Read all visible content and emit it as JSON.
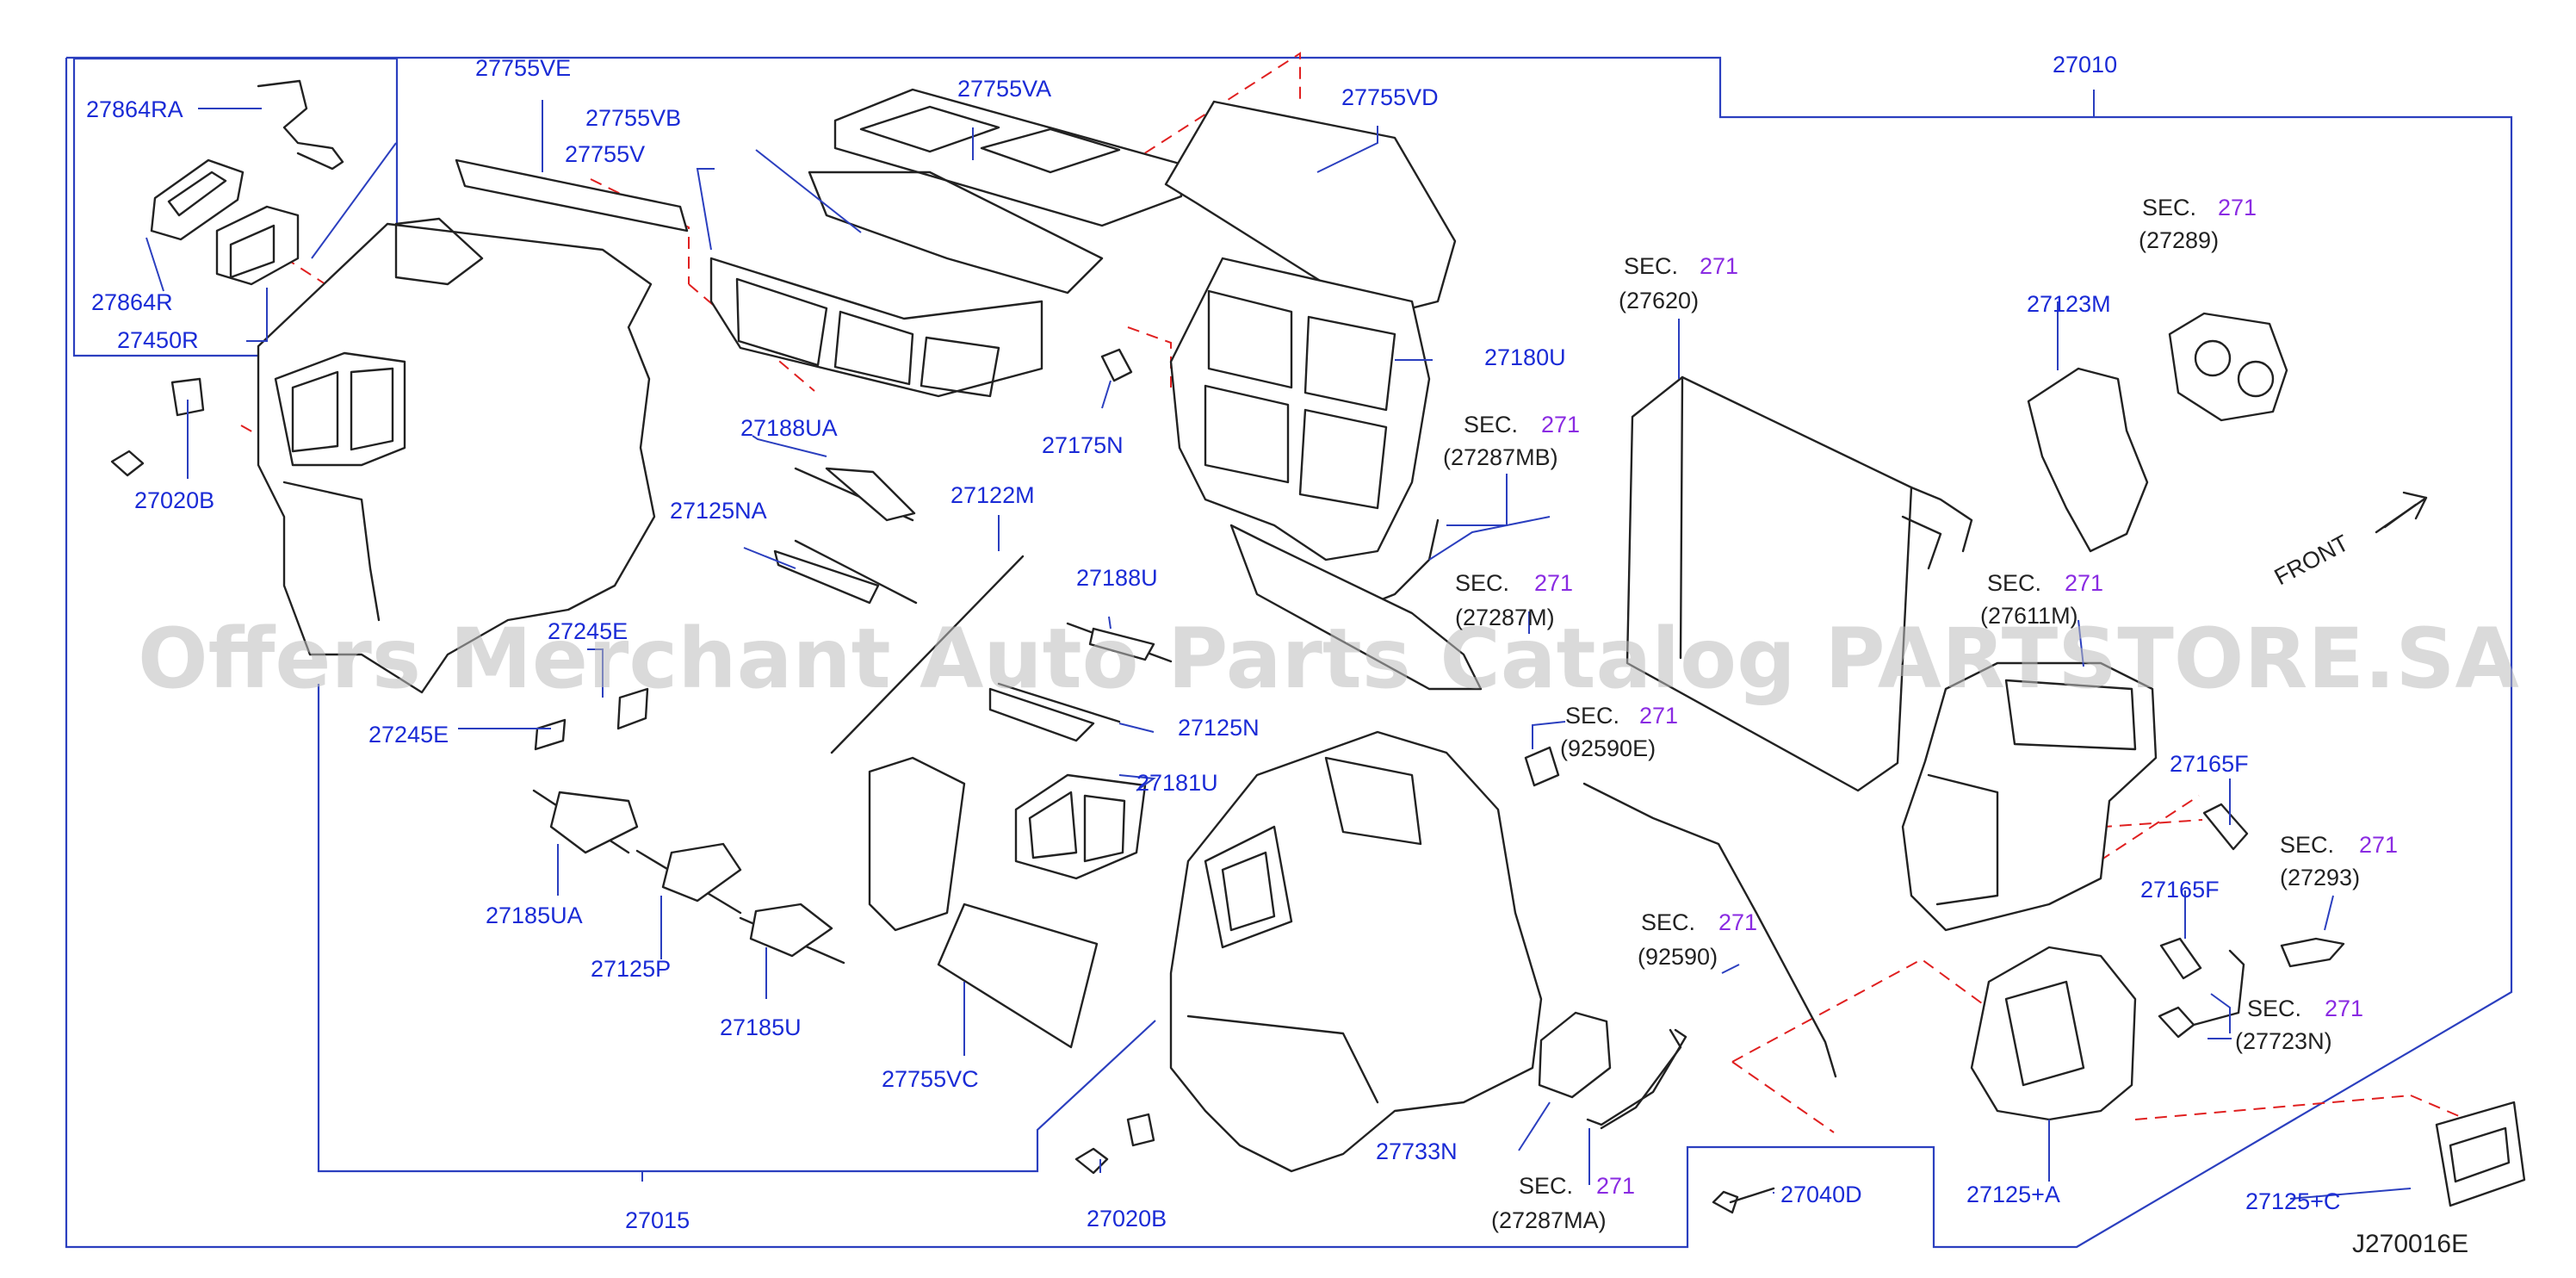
{
  "diagram_id": "J270016E",
  "front_label": "FRONT",
  "watermark": "Offers Merchant Auto Parts Catalog PARTSTORE.SA",
  "sec_word": "SEC.",
  "sec_num": "271",
  "colors": {
    "part_number": "#1a2bd6",
    "sec_number": "#8a2be2",
    "leader": "#2b3fbf",
    "dashed_guide": "#e02020"
  },
  "part_labels": {
    "p27010": "27010",
    "p27015": "27015",
    "p27755VE": "27755VE",
    "p27755VB": "27755VB",
    "p27755V": "27755V",
    "p27755VA": "27755VA",
    "p27755VD": "27755VD",
    "p27755VC": "27755VC",
    "p27864RA": "27864RA",
    "p27864R": "27864R",
    "p27450R": "27450R",
    "p27020B_top": "27020B",
    "p27020B_bottom": "27020B",
    "p27188UA": "27188UA",
    "p27188U": "27188U",
    "p27125NA": "27125NA",
    "p27125N": "27125N",
    "p27122M": "27122M",
    "p27175N": "27175N",
    "p27180U": "27180U",
    "p27181U": "27181U",
    "p27245E_a": "27245E",
    "p27245E_b": "27245E",
    "p27185UA": "27185UA",
    "p27185U": "27185U",
    "p27125P": "27125P",
    "p27733N": "27733N",
    "p27040D": "27040D",
    "p27123M": "27123M",
    "p27165F_a": "27165F",
    "p27165F_b": "27165F",
    "p27125A": "27125+A",
    "p27125C": "27125+C"
  },
  "sec_refs": {
    "s27620": "(27620)",
    "s27289": "(27289)",
    "s27287MB": "(27287MB)",
    "s27287M": "(27287M)",
    "s27611M": "(27611M)",
    "s92590E": "(92590E)",
    "s92590": "(92590)",
    "s27293": "(27293)",
    "s27723N": "(27723N)",
    "s27287MA": "(27287MA)"
  }
}
